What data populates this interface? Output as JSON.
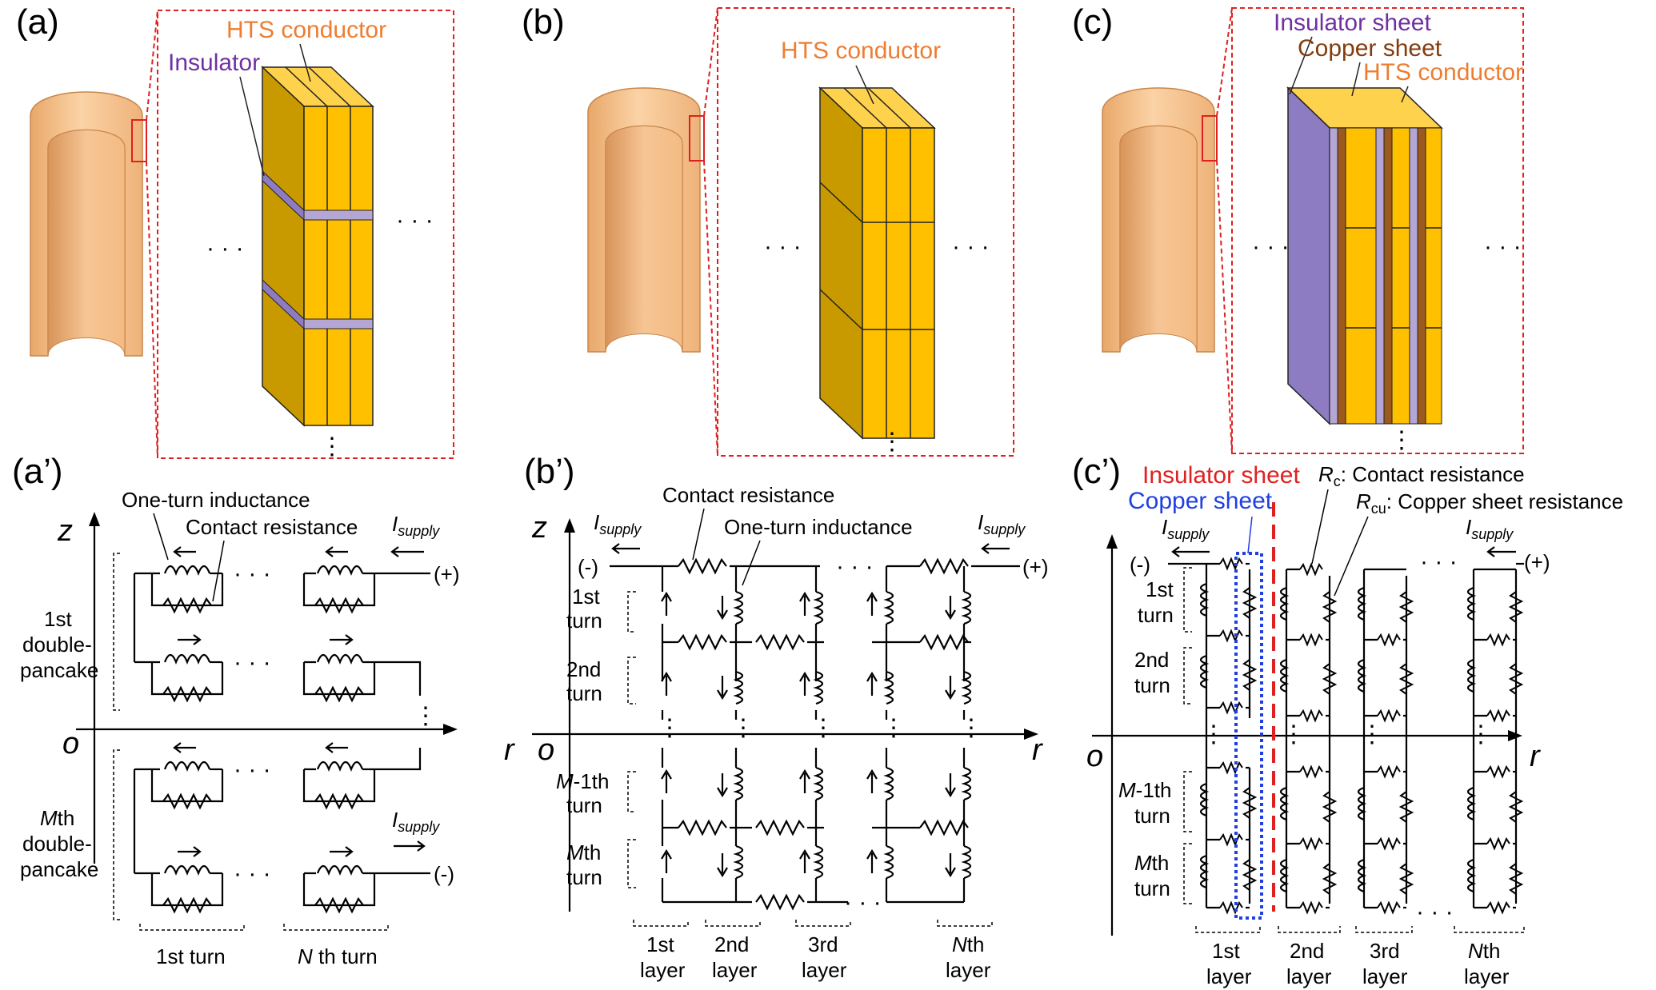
{
  "panels": {
    "a": "(a)",
    "b": "(b)",
    "c": "(c)",
    "a2": "(a’)",
    "b2": "(b’)",
    "c2": "(c’)"
  },
  "top": {
    "hts_conductor": "HTS conductor",
    "insulator": "Insulator",
    "insulator_sheet": "Insulator sheet",
    "copper_sheet": "Copper sheet",
    "dots": "· · ·",
    "vdots": "⋮"
  },
  "a_circuit": {
    "one_turn_inductance": "One-turn inductance",
    "contact_resistance": "Contact resistance",
    "i_supply": "I",
    "i_supply_sub": "supply",
    "plus": "(+)",
    "minus": "(-)",
    "z": "z",
    "o": "o",
    "first_dp_1": "1st",
    "first_dp_2": "double-",
    "first_dp_3": "pancake",
    "mth_dp_1a": "M",
    "mth_dp_1b": "th",
    "mth_dp_2": "double-",
    "mth_dp_3": "pancake",
    "first_turn": "1st turn",
    "nth_turn_a": "N",
    "nth_turn_b": " th turn"
  },
  "b_circuit": {
    "contact_resistance": "Contact resistance",
    "one_turn_inductance": "One-turn inductance",
    "i_supply": "I",
    "i_supply_sub": "supply",
    "plus": "(+)",
    "minus": "(-)",
    "z": "z",
    "r": "r",
    "o": "o",
    "t1a": "1st",
    "t1b": "turn",
    "t2a": "2nd",
    "t2b": "turn",
    "tm1a": "M",
    "tm1b": "-1th",
    "tm1c": "turn",
    "tma": "M",
    "tmb": "th",
    "tmc": "turn",
    "l1a": "1st",
    "l1b": "layer",
    "l2a": "2nd",
    "l2b": "layer",
    "l3a": "3rd",
    "l3b": "layer",
    "lna": "N",
    "lnb": "th",
    "lnc": "layer"
  },
  "c_circuit": {
    "insulator_sheet": "Insulator sheet",
    "copper_sheet": "Copper sheet",
    "rc": "R",
    "rc_sub": "c",
    "rc_text": ": Contact resistance",
    "rcu": "R",
    "rcu_sub": "cu",
    "rcu_text": ": Copper sheet resistance",
    "i_supply": "I",
    "i_supply_sub": "supply",
    "plus": "(+)",
    "minus": "(-)",
    "o": "o",
    "r": "r",
    "t1a": "1st",
    "t1b": "turn",
    "t2a": "2nd",
    "t2b": "turn",
    "tm1a": "M",
    "tm1b": "-1th",
    "tm1c": "turn",
    "tma": "M",
    "tmb": "th",
    "tmc": "turn",
    "l1a": "1st",
    "l1b": "layer",
    "l2a": "2nd",
    "l2b": "layer",
    "l3a": "3rd",
    "l3b": "layer",
    "lna": "N",
    "lnb": "th",
    "lnc": "layer"
  },
  "colors": {
    "tube": "#f5c08a",
    "hts": "#ffc000",
    "hts_dark": "#c99a00",
    "insulator": "#b4a7d6",
    "insulator_dark": "#8e7cc3",
    "copper": "#9c5a1e",
    "frame": "#e02020",
    "blue": "#1f3fe0"
  }
}
